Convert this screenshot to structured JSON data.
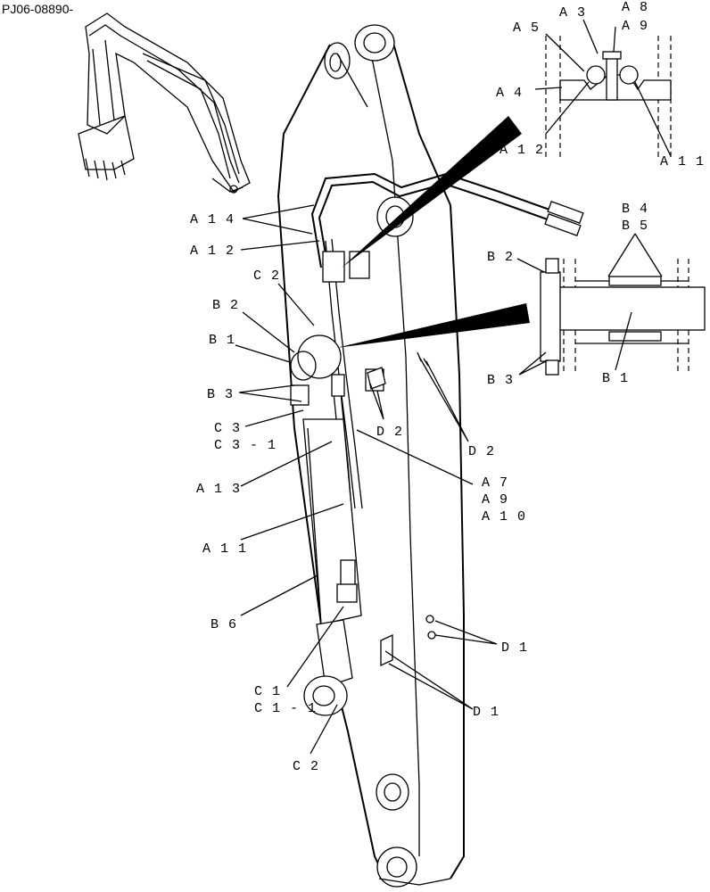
{
  "header": {
    "drawing_id": "PJ06-08890-"
  },
  "labels": {
    "a14": "A 1 4",
    "a12_main": "A 1 2",
    "c2_top": "C 2",
    "b2_left": "B 2",
    "b1_left": "B 1",
    "b3_left": "B 3",
    "c3": "C 3",
    "c3_1": "C 3 - 1",
    "a13": "A 1 3",
    "a11_main": "A 1 1",
    "b6": "B 6",
    "c1": "C 1",
    "c1_1": "C 1 - 1",
    "c2_bottom": "C 2",
    "d2_center": "D 2",
    "d2_right": "D 2",
    "a7": "A 7",
    "a9_center": "A 9",
    "a10": "A 1 0",
    "d1_upper": "D 1",
    "d1_lower": "D 1",
    "a3": "A 3",
    "a8": "A 8",
    "a5": "A 5",
    "a9_detail": "A 9",
    "a4": "A 4",
    "a12_detail": "A 1 2",
    "a11_detail": "A 1 1",
    "b4": "B 4",
    "b5": "B 5",
    "b2_detail": "B 2",
    "b3_detail": "B 3",
    "b1_detail": "B 1"
  }
}
